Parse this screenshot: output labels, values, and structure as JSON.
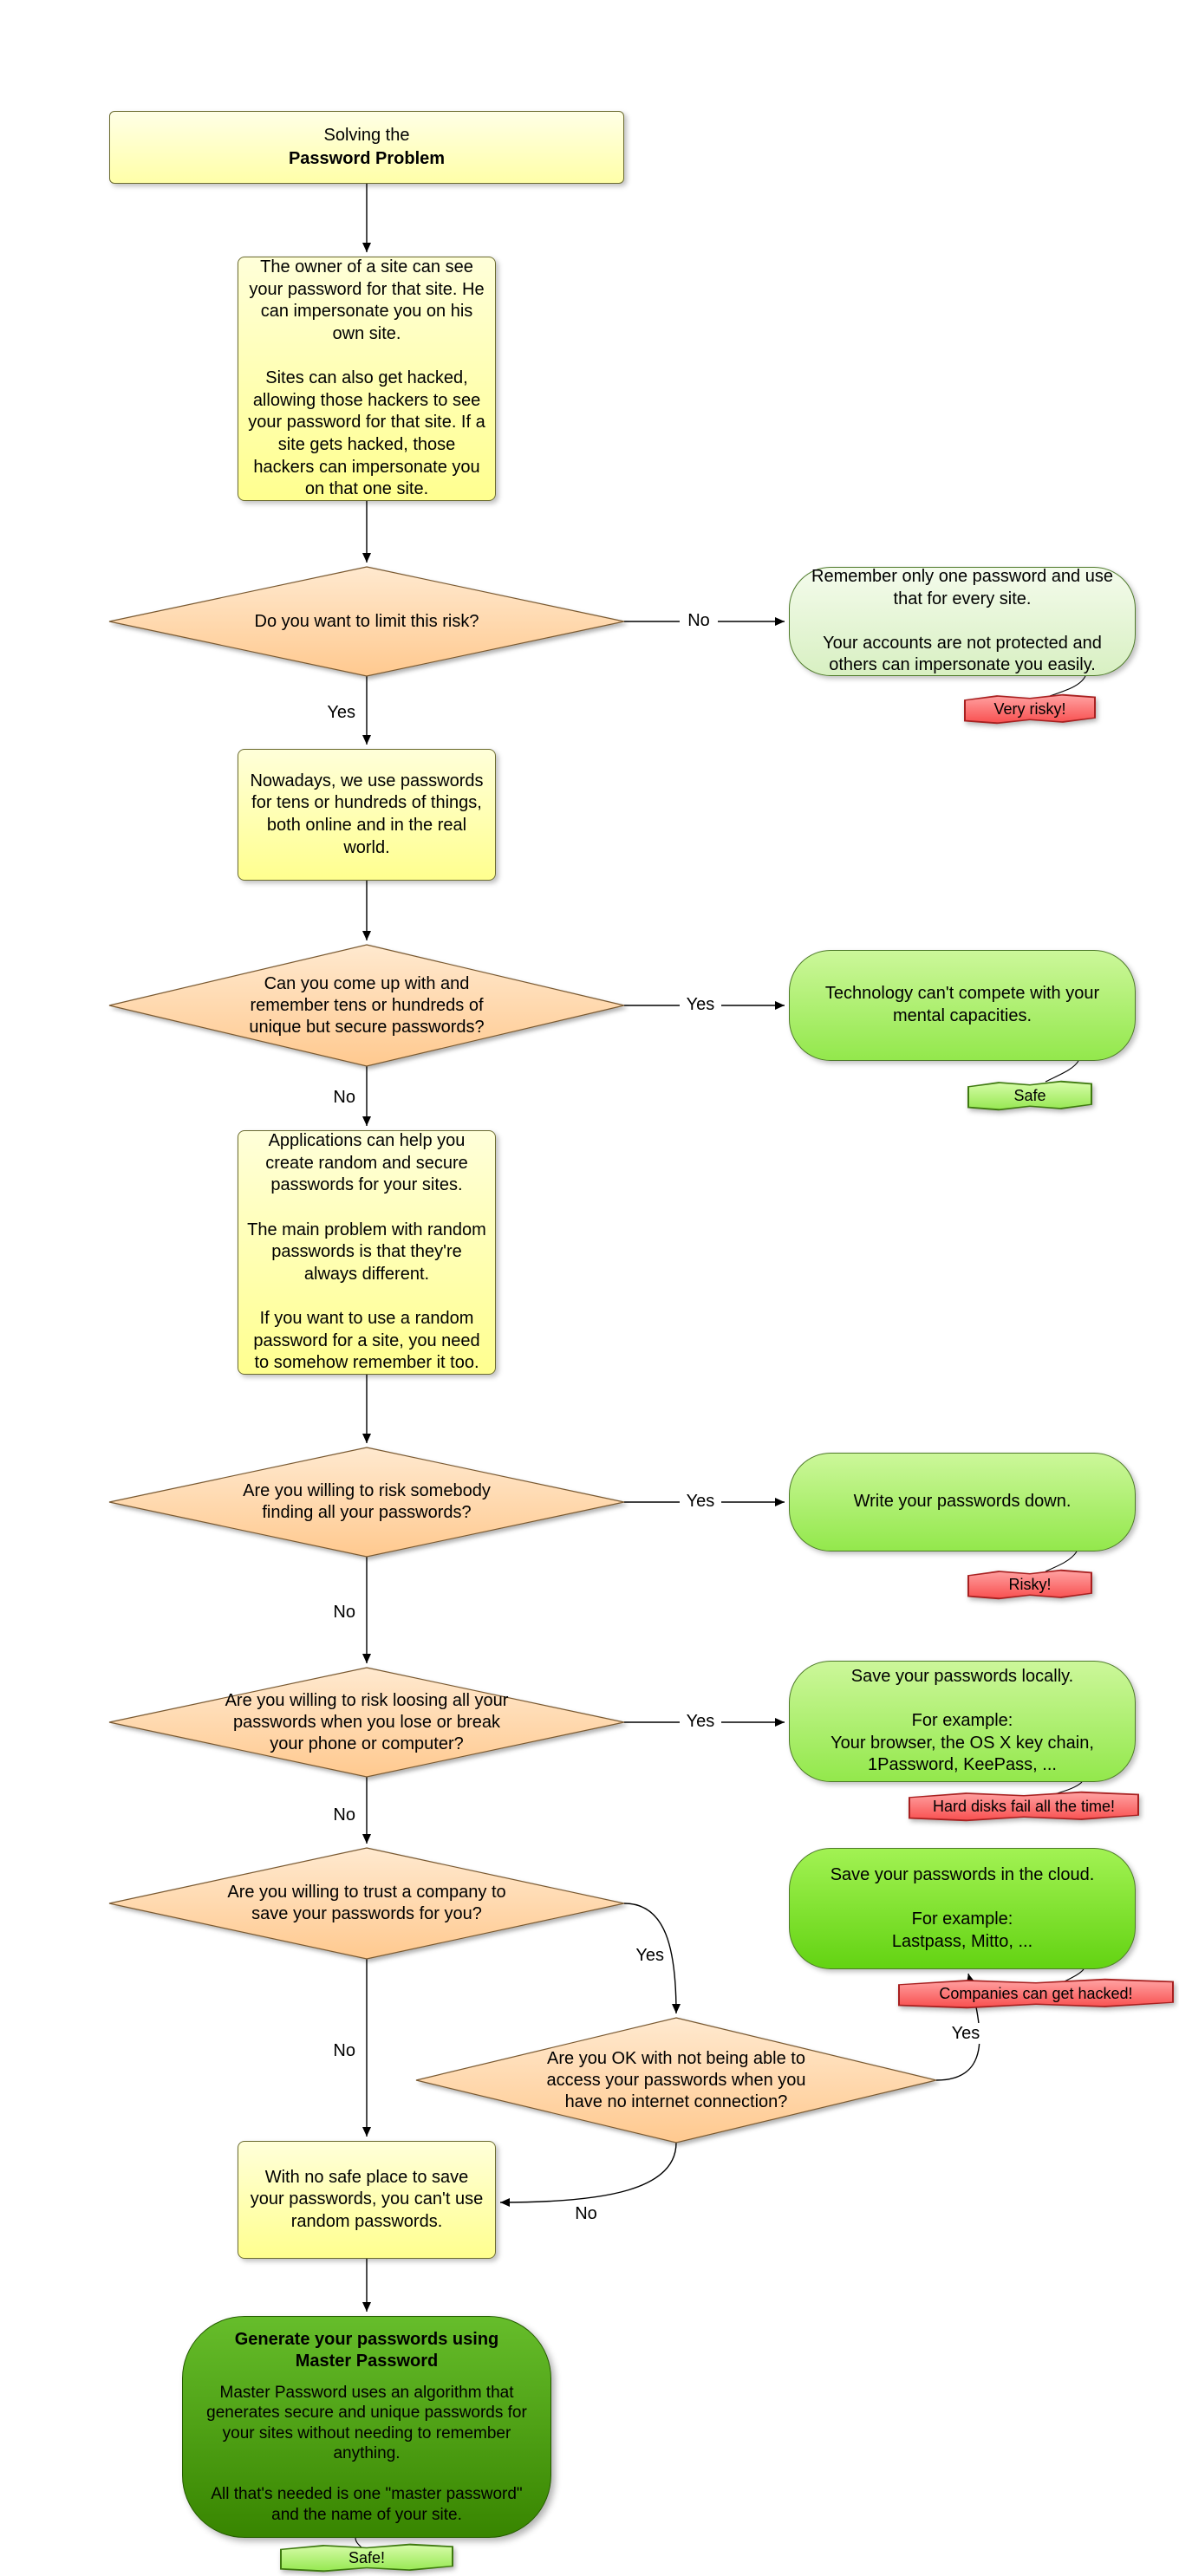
{
  "page": {
    "background": "#ffffff"
  },
  "colors": {
    "note_fill": "#ffff99",
    "decision_fill": "#ffcc99",
    "result_pale_fill": "#e4f6d4",
    "result_green_fill": "#aaee55",
    "result_bright_fill": "#77dd22",
    "final_fill": "#3c8c00",
    "ribbon_red": "#f85050",
    "ribbon_green": "#96e852"
  },
  "nodes": {
    "start": {
      "top": "Solving the",
      "title": "Password Problem"
    },
    "site_owner": {
      "text": "The owner of a site can see your password for that site. He can impersonate you on his own site.\n\nSites can also get hacked, allowing those hackers to see your password for that site. If a site gets hacked, those hackers can impersonate you on that one site."
    },
    "q_limit": {
      "text": "Do you want to limit this risk?"
    },
    "one_password": {
      "text": "Remember only one password and use that for every site.\n\nYour accounts are not protected and others can impersonate you easily."
    },
    "many_passwords": {
      "text": "Nowadays, we use passwords for tens or hundreds of things, both online and in the real world."
    },
    "q_remember": {
      "text": "Can you come up with and remember tens or hundreds of unique but secure passwords?"
    },
    "mental": {
      "text": "Technology can't compete with your mental capacities."
    },
    "apps_help": {
      "text": "Applications can help you create random and secure passwords for your sites.\n\nThe main problem with random passwords is that they're always different.\n\nIf you want to use a random password for a site, you need to somehow remember it too."
    },
    "q_finding": {
      "text": "Are you willing to risk somebody finding all your passwords?"
    },
    "write_down": {
      "text": "Write your passwords down."
    },
    "q_losing": {
      "text": "Are you willing to risk loosing all your passwords when you lose or break your phone or computer?"
    },
    "save_locally": {
      "text": "Save your passwords locally.\n\nFor example:\nYour browser, the OS X key chain,\n1Password, KeePass, ..."
    },
    "q_trust": {
      "text": "Are you willing to trust a company to save your passwords for you?"
    },
    "save_cloud": {
      "text": "Save your passwords in the cloud.\n\nFor example:\nLastpass, Mitto, ..."
    },
    "q_offline": {
      "text": "Are you OK with not being able to access your passwords when you have no internet connection?"
    },
    "no_safe_place": {
      "text": "With no safe place to save your passwords, you can't use random passwords."
    },
    "master_password": {
      "title": "Generate your passwords using\nMaster Password",
      "text": "Master Password uses an algorithm that generates secure and unique passwords for your sites without needing to remember anything.\n\nAll that's needed is one \"master password\" and the name of your site."
    }
  },
  "edge_labels": {
    "limit_no": "No",
    "limit_yes": "Yes",
    "remember_yes": "Yes",
    "remember_no": "No",
    "finding_yes": "Yes",
    "finding_no": "No",
    "losing_yes": "Yes",
    "losing_no": "No",
    "trust_yes": "Yes",
    "trust_no": "No",
    "offline_yes": "Yes",
    "offline_no": "No"
  },
  "ribbons": {
    "very_risky": "Very risky!",
    "safe_mental": "Safe",
    "risky": "Risky!",
    "hard_disks": "Hard disks fail all the time!",
    "companies": "Companies can get hacked!",
    "safe_final": "Safe!"
  }
}
